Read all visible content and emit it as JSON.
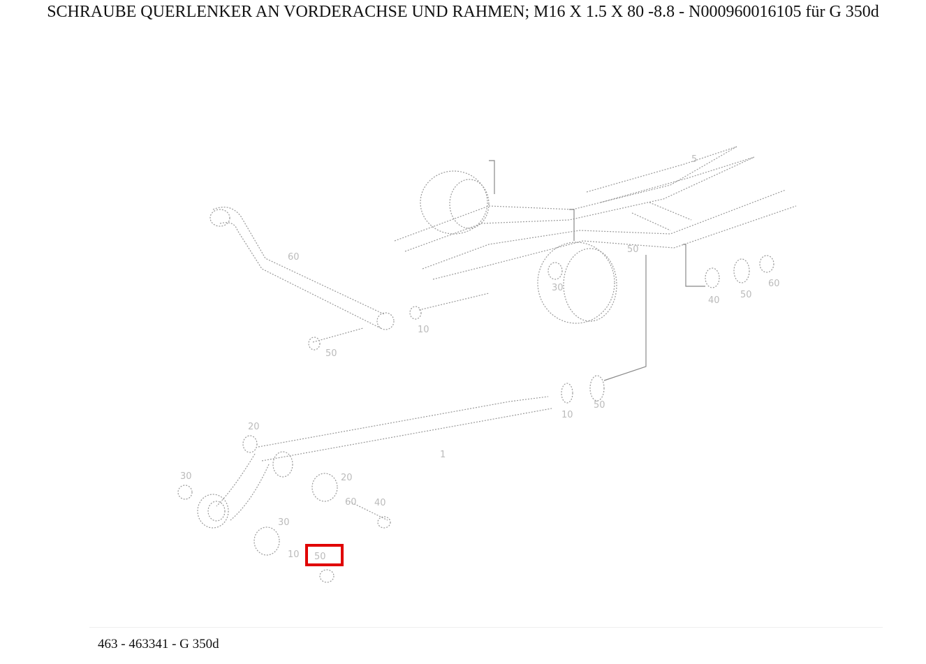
{
  "title": "SCHRAUBE QUERLENKER AN VORDERACHSE UND RAHMEN; M16 X 1.5 X 80 -8.8 - N000960016105 für G 350d",
  "footer": "463 - 463341 - G 350d",
  "highlight_color": "#e00000",
  "callouts": {
    "c1": "5",
    "c2": "60",
    "c3": "10",
    "c4": "50",
    "c5": "30",
    "c6": "40",
    "c7": "50",
    "c8": "60",
    "c9": "1",
    "c10": "10",
    "c11": "50",
    "c12": "20",
    "c13": "30",
    "c14": "40",
    "c15": "20",
    "c16": "10",
    "c17": "30",
    "c18": "60",
    "c19": "50",
    "c20": "50"
  },
  "highlighted_callout": "50"
}
